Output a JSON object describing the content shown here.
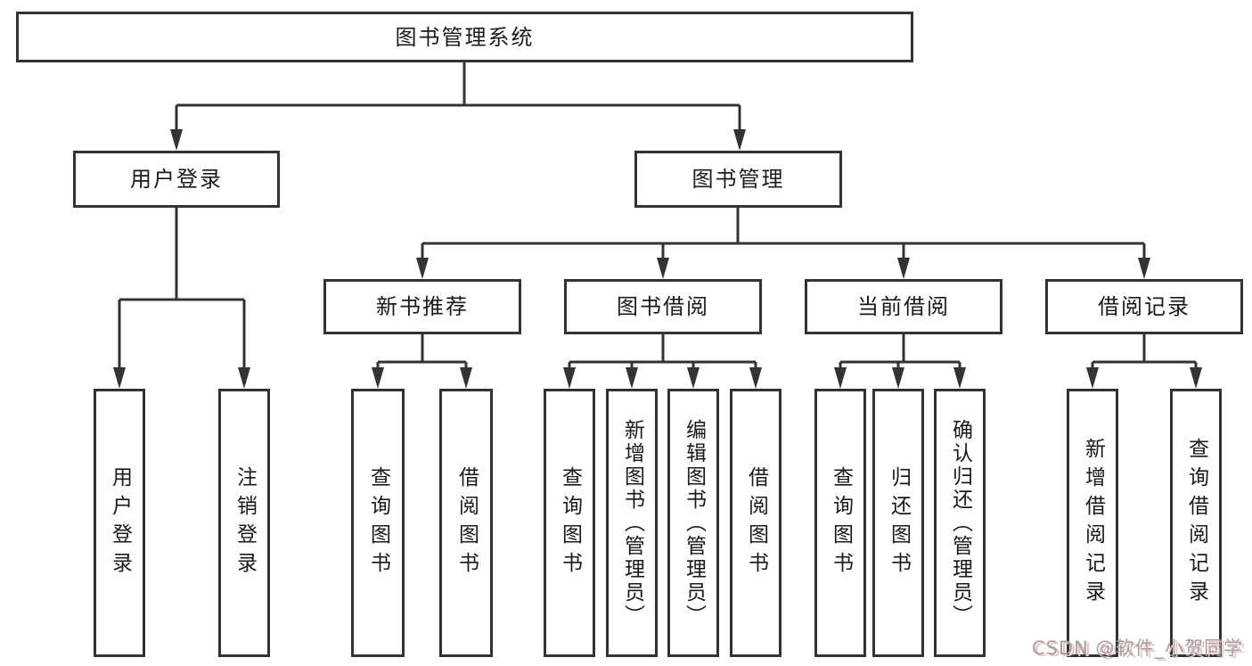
{
  "diagram_title": "图书管理系统",
  "tree": {
    "label": "图书管理系统",
    "children": [
      {
        "label": "用户登录",
        "children": [
          {
            "label": "用户登录"
          },
          {
            "label": "注销登录"
          }
        ]
      },
      {
        "label": "图书管理",
        "children": [
          {
            "label": "新书推荐",
            "children": [
              {
                "label": "查询图书"
              },
              {
                "label": "借阅图书"
              }
            ]
          },
          {
            "label": "图书借阅",
            "children": [
              {
                "label": "查询图书"
              },
              {
                "label": "新增图书（管理员）"
              },
              {
                "label": "编辑图书（管理员）"
              },
              {
                "label": "借阅图书"
              }
            ]
          },
          {
            "label": "当前借阅",
            "children": [
              {
                "label": "查询图书"
              },
              {
                "label": "归还图书"
              },
              {
                "label": "确认归还（管理员）"
              }
            ]
          },
          {
            "label": "借阅记录",
            "children": [
              {
                "label": "新增借阅记录"
              },
              {
                "label": "查询借阅记录"
              }
            ]
          }
        ]
      }
    ]
  },
  "watermark": {
    "text": "CSDN @软件_小贺同学"
  },
  "colors": {
    "line": "#333333",
    "box_border": "#333333",
    "box_fill": "#ffffff",
    "text": "#1a1a1a",
    "background": "#ffffff",
    "watermark_text": "#a0a0a0",
    "watermark_shadow": "#eec0c0"
  }
}
